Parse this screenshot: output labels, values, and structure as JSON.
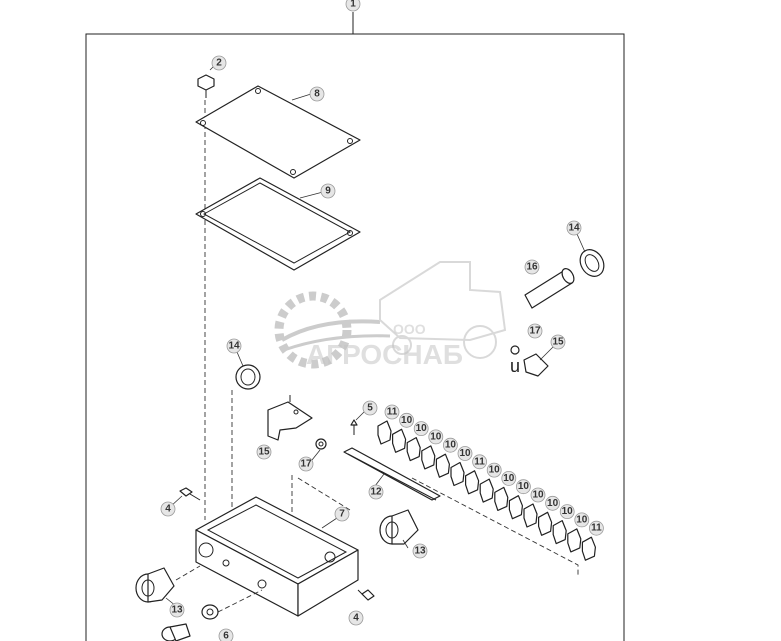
{
  "diagram": {
    "watermark": {
      "company_prefix": "ООО",
      "company_name": "АГРОСНАБ"
    },
    "callouts": {
      "assembly": "1",
      "screw_top": "2",
      "screw_left": "4",
      "screw_bottom": "4",
      "screw_mid": "5",
      "washer": "6",
      "box": "7",
      "cover": "8",
      "gasket": "9",
      "terminal": "10",
      "end_terminal": "11",
      "rail": "12",
      "gland": "13",
      "clamp": "14",
      "bracket": "15",
      "sleeve": "16",
      "nut": "17",
      "stray_label": "u"
    }
  }
}
